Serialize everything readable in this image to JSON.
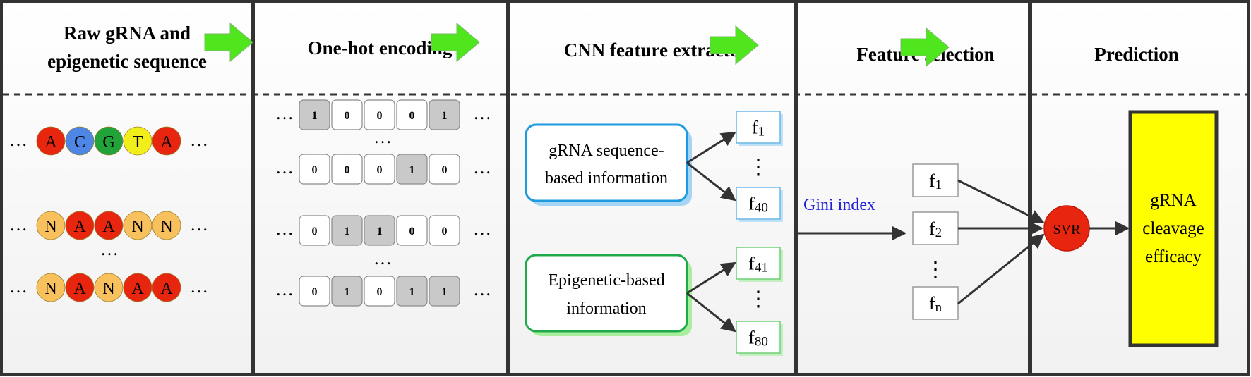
{
  "stages": [
    {
      "title_lines": [
        "Raw gRNA and",
        "epigenetic sequence"
      ]
    },
    {
      "title_lines": [
        "One-hot encoding"
      ]
    },
    {
      "title_lines": [
        "CNN feature extractor"
      ]
    },
    {
      "title_lines": [
        "Feature selection"
      ]
    },
    {
      "title_lines": [
        "Prediction"
      ]
    }
  ],
  "ellipsis": "…",
  "vertical_dots": "⋮",
  "raw_sequences": [
    {
      "bases": [
        "A",
        "C",
        "G",
        "T",
        "A"
      ]
    },
    {
      "bases": [
        "N",
        "A",
        "A",
        "N",
        "N"
      ]
    },
    {
      "bases": [
        "N",
        "A",
        "N",
        "A",
        "A"
      ]
    }
  ],
  "base_colors": {
    "A": "#e8250f",
    "C": "#4e86e6",
    "G": "#21a33a",
    "T": "#f2ee1c",
    "N": "#f8c15e"
  },
  "onehot_rows": [
    {
      "values": [
        "1",
        "0",
        "0",
        "0",
        "1"
      ]
    },
    {
      "values": [
        "0",
        "0",
        "0",
        "1",
        "0"
      ]
    },
    {
      "values": [
        "0",
        "1",
        "1",
        "0",
        "0"
      ]
    },
    {
      "values": [
        "0",
        "1",
        "0",
        "1",
        "1"
      ]
    }
  ],
  "cnn": {
    "seq_box_lines": [
      "gRNA sequence-",
      "based information"
    ],
    "epi_box_lines": [
      "Epigenetic-based",
      "information"
    ],
    "seq_features": [
      {
        "base": "f",
        "sub": "1"
      },
      {
        "base": "f",
        "sub": "40"
      }
    ],
    "epi_features": [
      {
        "base": "f",
        "sub": "41"
      },
      {
        "base": "f",
        "sub": "80"
      }
    ],
    "seq_color": "#1e9be0",
    "epi_color": "#1faa4a"
  },
  "selection": {
    "label": "Gini index",
    "label_color": "#1f1fd6",
    "features": [
      {
        "base": "f",
        "sub": "1"
      },
      {
        "base": "f",
        "sub": "2"
      },
      {
        "base": "f",
        "sub": "n"
      }
    ]
  },
  "prediction": {
    "model": "SVR",
    "model_color": "#e8250f",
    "output_lines": [
      "gRNA",
      "cleavage",
      "efficacy"
    ],
    "output_color": "#ffff00"
  },
  "arrow_color": "#4fe61e"
}
